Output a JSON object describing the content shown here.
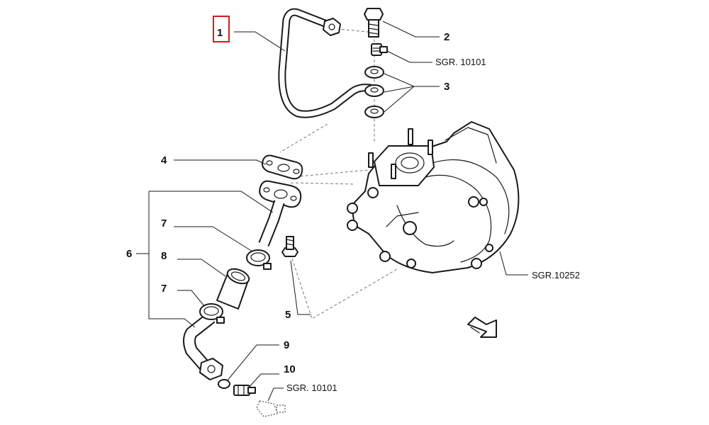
{
  "callouts": {
    "c1": "1",
    "c2": "2",
    "c3": "3",
    "c4": "4",
    "c5": "5",
    "c6": "6",
    "c7a": "7",
    "c7b": "7",
    "c8": "8",
    "c9": "9",
    "c10": "10"
  },
  "references": {
    "ref_top": "SGR. 10101",
    "ref_turbo": "SGR.10252",
    "ref_bottom": "SGR. 10101"
  },
  "highlight": {
    "callout": "1",
    "color": "#d01e1e"
  }
}
